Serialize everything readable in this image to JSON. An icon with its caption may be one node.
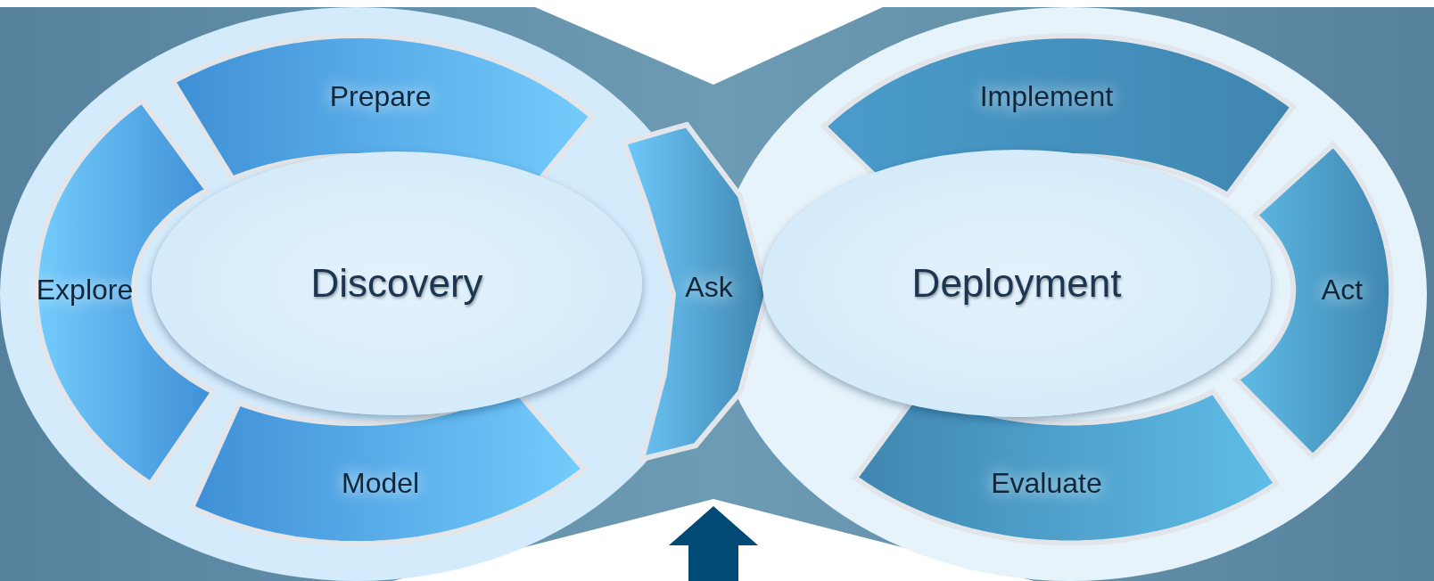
{
  "diagram": {
    "nodes": [
      {
        "text": [
          "Prepare"
        ]
      },
      {
        "text": [
          "Implement"
        ]
      },
      {
        "text": [
          "Explore"
        ]
      },
      {
        "text": [
          "Discovery"
        ]
      },
      {
        "text": [
          "Ask"
        ]
      },
      {
        "text": [
          "Deployment"
        ]
      },
      {
        "text": [
          "Act"
        ]
      },
      {
        "text": [
          "Model"
        ]
      },
      {
        "text": [
          "Evaluate"
        ]
      }
    ]
  }
}
